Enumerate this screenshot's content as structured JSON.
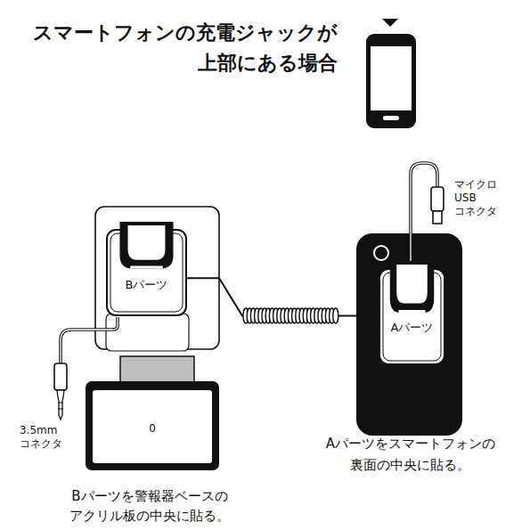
{
  "diagram": {
    "title": "スマートフォンの充電ジャックが 上部にある場合",
    "nodes": [
      {
        "text": [
          "Bパーツ"
        ]
      },
      {
        "text": [
          "Aパーツ"
        ]
      }
    ],
    "edges": [
      {
        "from": 0,
        "to": 1,
        "arrow": "none"
      }
    ],
    "labels": [
      "マイクロ USB コネクタ",
      "3.5mm コネクタ",
      "0",
      "Aパーツをスマートフォンの 裏面の中央に貼る。",
      "Bパーツを警報器ベースの アクリル板の中央に貼る。"
    ]
  }
}
